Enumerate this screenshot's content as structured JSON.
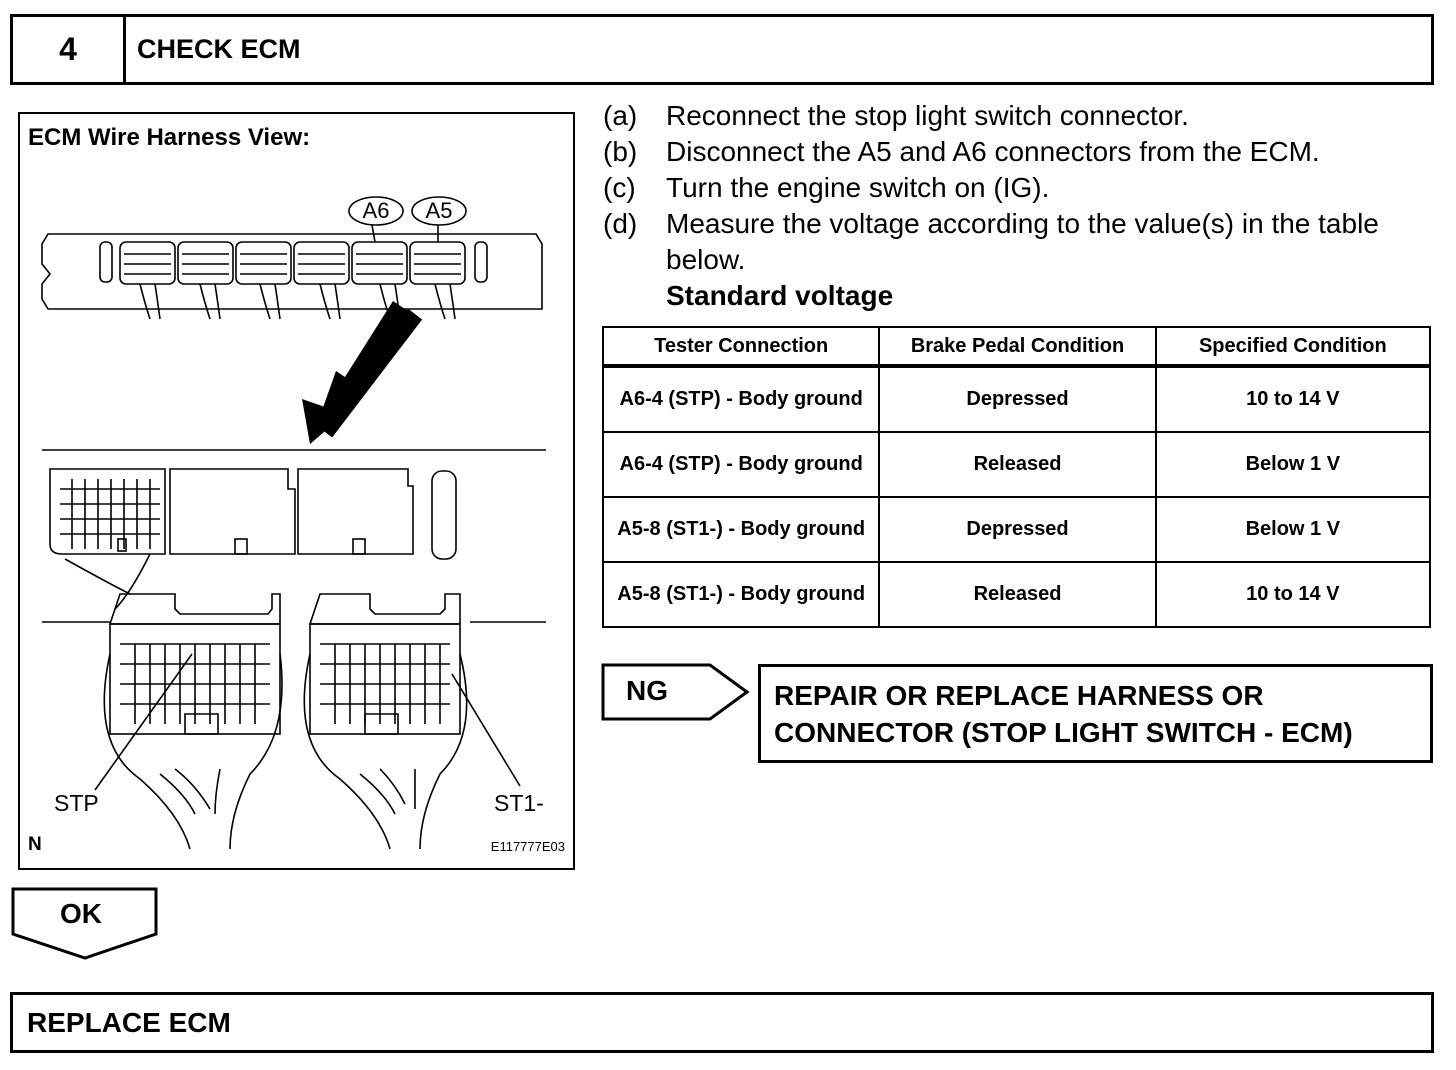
{
  "header": {
    "step_number": "4",
    "title": "CHECK ECM"
  },
  "figure": {
    "title": "ECM Wire Harness View:",
    "connector_labels": {
      "a6": "A6",
      "a5": "A5"
    },
    "pin_labels": {
      "stp": "STP",
      "st1": "ST1-"
    },
    "corner_mark": "N",
    "code": "E117777E03"
  },
  "instructions": [
    {
      "letter": "(a)",
      "text": "Reconnect the stop light switch connector."
    },
    {
      "letter": "(b)",
      "text": "Disconnect the A5 and A6 connectors from the ECM."
    },
    {
      "letter": "(c)",
      "text": "Turn the engine switch on (IG)."
    },
    {
      "letter": "(d)",
      "text": "Measure the voltage according to the value(s) in the table below."
    }
  ],
  "table_title": "Standard voltage",
  "table": {
    "headers": [
      "Tester Connection",
      "Brake Pedal Condition",
      "Specified Condition"
    ],
    "rows": [
      [
        "A6-4 (STP) - Body ground",
        "Depressed",
        "10 to 14 V"
      ],
      [
        "A6-4 (STP) - Body ground",
        "Released",
        "Below 1 V"
      ],
      [
        "A5-8 (ST1-) - Body ground",
        "Depressed",
        "Below 1 V"
      ],
      [
        "A5-8 (ST1-) - Body ground",
        "Released",
        "10 to 14 V"
      ]
    ]
  },
  "ng": {
    "label": "NG",
    "result_line1": "REPAIR OR REPLACE HARNESS OR",
    "result_line2": "CONNECTOR (STOP LIGHT SWITCH - ECM)"
  },
  "ok": {
    "label": "OK"
  },
  "final": {
    "text": "REPLACE ECM"
  }
}
